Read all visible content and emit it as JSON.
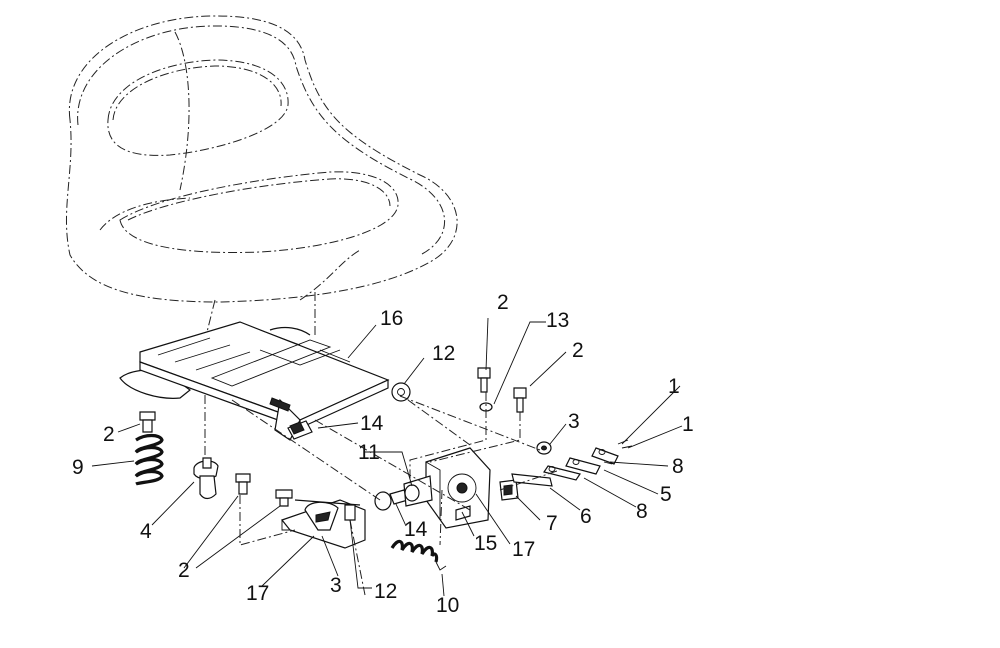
{
  "diagram": {
    "callouts": [
      "1",
      "1",
      "2",
      "2",
      "2",
      "2",
      "2",
      "3",
      "3",
      "4",
      "5",
      "6",
      "7",
      "8",
      "8",
      "9",
      "10",
      "11",
      "12",
      "12",
      "13",
      "14",
      "14",
      "15",
      "16",
      "17",
      "17"
    ]
  }
}
